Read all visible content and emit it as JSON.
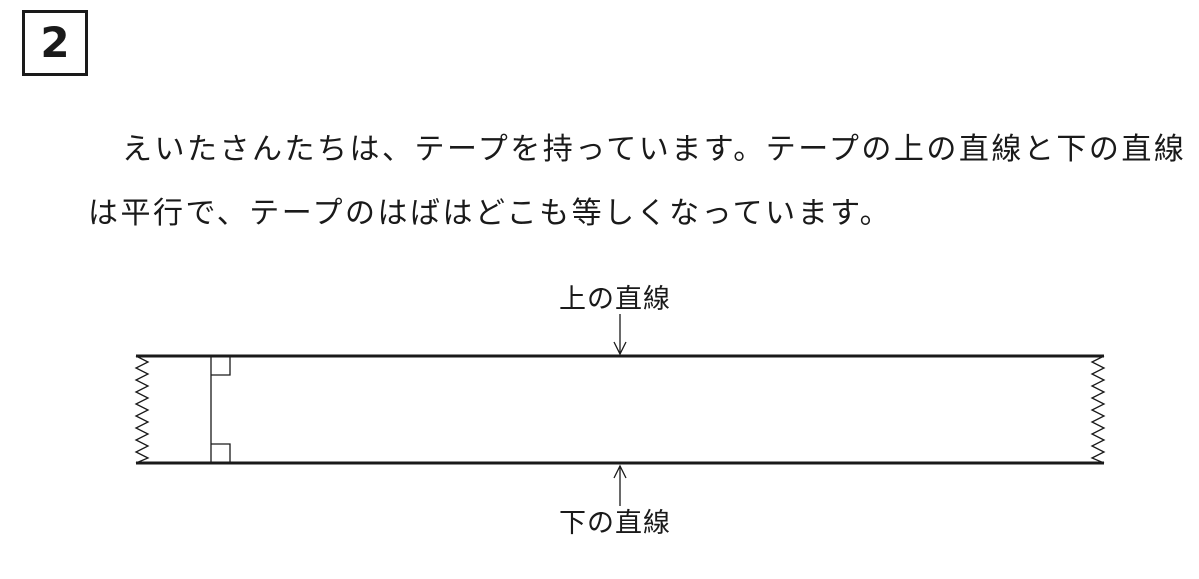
{
  "problem": {
    "number": "2",
    "text_line_1": "えいたさんたちは、テープを持っています。テープの上の直線と下の直線",
    "text_line_2": "は平行で、テープのはばはどこも等しくなっています。"
  },
  "diagram": {
    "top_line_label": "上の直線",
    "bottom_line_label": "下の直線"
  }
}
